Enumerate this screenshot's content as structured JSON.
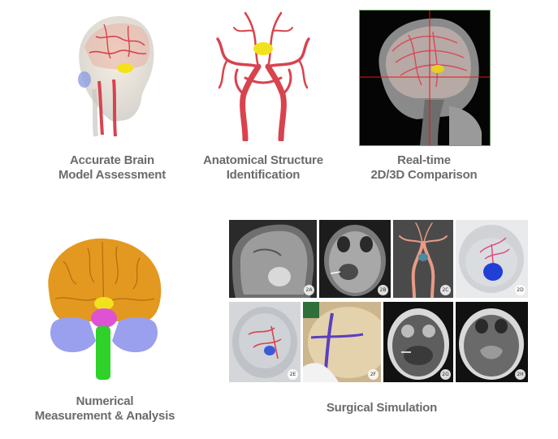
{
  "features": [
    {
      "line1": "Accurate Brain",
      "line2": "Model Assessment"
    },
    {
      "line1": "Anatomical Structure",
      "line2": "Identification"
    },
    {
      "line1": "Real-time",
      "line2": "2D/3D Comparison"
    },
    {
      "line1": "Numerical",
      "line2": "Measurement & Analysis"
    },
    {
      "line1": "Surgical Simulation"
    }
  ],
  "grid_labels": [
    "2A",
    "2B",
    "2C",
    "2D",
    "2E",
    "2F",
    "2G",
    "2H"
  ],
  "colors": {
    "caption": "#6b6b6b",
    "vessel": "#d8434e",
    "tumor": "#f2e21c",
    "brain": "#e3981f",
    "cerebellum": "#9aa0ee",
    "brainstem": "#2fd12a",
    "pons": "#e052d4"
  }
}
